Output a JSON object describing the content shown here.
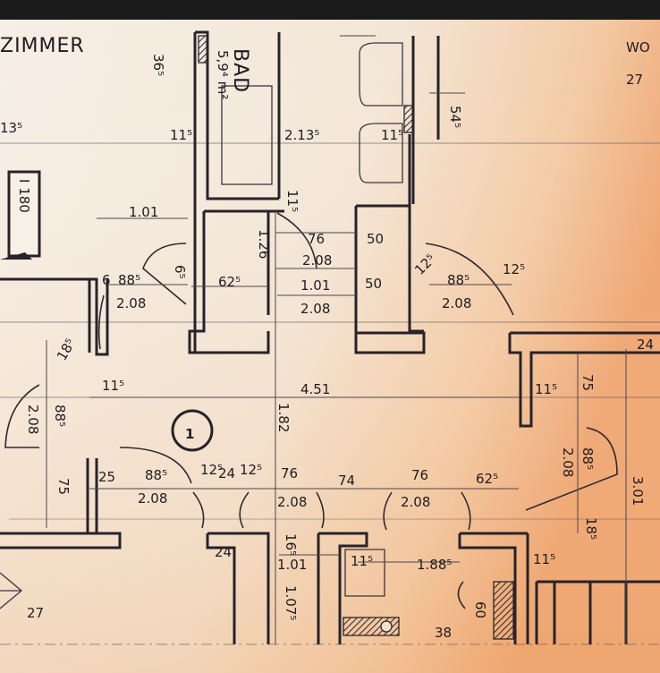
{
  "rooms": {
    "zimmer": "ZIMMER",
    "bad": "BAD",
    "bad_area": "5,9⁴ m²",
    "wo_partial": "WO",
    "wo_number_partial": "27"
  },
  "beam_label": "I 180",
  "marker_number": "1",
  "dimensions": [
    "13⁵",
    "36⁵",
    "11⁵",
    "2.13⁵",
    "11⁵",
    "11⁵",
    "54⁵",
    "1.01",
    "1.26",
    "76",
    "2.08",
    "50",
    "6",
    "88⁵",
    "2.08",
    "6⁵",
    "62⁵",
    "1.01",
    "50",
    "2.08",
    "12⁵",
    "88⁵",
    "2.08",
    "12⁵",
    "24",
    "18⁵",
    "11⁵",
    "4.51",
    "11⁵",
    "75",
    "88⁵",
    "2.08",
    "1.82",
    "88⁵",
    "2.08",
    "3.01",
    "75",
    "25",
    "88⁵",
    "2.08",
    "12⁵",
    "24",
    "12⁵",
    "76",
    "2.08",
    "74",
    "76",
    "2.08",
    "62⁵",
    "18⁵",
    "24",
    "16⁵",
    "1.01",
    "11⁵",
    "1.88⁵",
    "1.07⁵",
    "11⁵",
    "60",
    "38",
    "27"
  ]
}
